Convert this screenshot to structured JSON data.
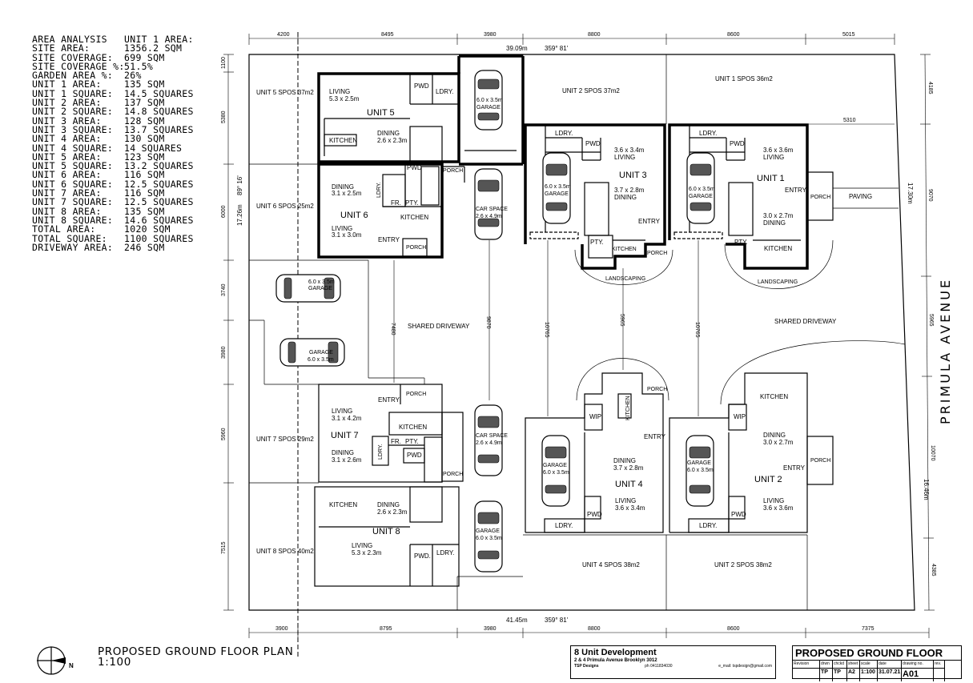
{
  "area_analysis": {
    "rows": [
      {
        "label": "AREA ANALYSIS",
        "value": "UNIT 1 AREA:"
      },
      {
        "label": "SITE AREA:",
        "value": "1356.2 SQM"
      },
      {
        "label": "SITE COVERAGE:",
        "value": "699 SQM"
      },
      {
        "label": "SITE COVERAGE %:",
        "value": "51.5%"
      },
      {
        "label": "GARDEN AREA %:",
        "value": "26%"
      },
      {
        "label": "UNIT 1 AREA:",
        "value": "135 SQM"
      },
      {
        "label": "UNIT 1 SQUARE:",
        "value": "14.5 SQUARES"
      },
      {
        "label": "UNIT 2 AREA:",
        "value": "137 SQM"
      },
      {
        "label": "UNIT 2 SQUARE:",
        "value": "14.8 SQUARES"
      },
      {
        "label": "UNIT 3 AREA:",
        "value": "128 SQM"
      },
      {
        "label": "UNIT 3 SQUARE:",
        "value": "13.7 SQUARES"
      },
      {
        "label": "UNIT 4 AREA:",
        "value": "130 SQM"
      },
      {
        "label": "UNIT 4 SQUARE:",
        "value": "14 SQUARES"
      },
      {
        "label": "UNIT 5 AREA:",
        "value": "123 SQM"
      },
      {
        "label": "UNIT 5 SQUARE:",
        "value": "13.2 SQUARES"
      },
      {
        "label": "UNIT 6 AREA:",
        "value": "116 SQM"
      },
      {
        "label": "UNIT 6 SQUARE:",
        "value": "12.5 SQUARES"
      },
      {
        "label": "UNIT 7 AREA:",
        "value": "116 SQM"
      },
      {
        "label": "UNIT 7 SQUARE:",
        "value": "12.5 SQUARES"
      },
      {
        "label": "UNIT 8 AREA:",
        "value": "135 SQM"
      },
      {
        "label": "UNIT 8 SQUARE:",
        "value": "14.6 SQUARES"
      },
      {
        "label": "TOTAL AREA:",
        "value": "1020 SQM"
      },
      {
        "label": "TOTAL SQUARE:",
        "value": "1100 SQUARES"
      },
      {
        "label": "DRIVEWAY AREA:",
        "value": "246 SQM"
      }
    ]
  },
  "plan": {
    "top_dims": [
      "4200",
      "8495",
      "3980",
      "8800",
      "8600",
      "5015"
    ],
    "bottom_dims": [
      "3900",
      "8795",
      "3980",
      "8800",
      "8600",
      "7375"
    ],
    "left_dims": [
      "1100",
      "5380",
      "6000",
      "3740",
      "3980",
      "5960",
      "7515"
    ],
    "right_dims": [
      "4185",
      "9070",
      "5965",
      "10070",
      "4385"
    ],
    "top_boundary": "39.09m",
    "top_bearing": "359° 81'",
    "bottom_boundary": "41.45m",
    "bottom_bearing": "359° 81'",
    "left_boundary": "17.26m",
    "left_bearing": "89° 16'",
    "right_boundary_top": "17.30m",
    "right_boundary_bottom": "16.46m",
    "right_dim_5310": "5310",
    "street": "PRIMULA AVENUE",
    "driveway_dims": [
      "7480",
      "9870",
      "10765",
      "5965",
      "10765"
    ],
    "labels": {
      "unit5_spos": "UNIT 5 SPOS 37m2",
      "unit6_spos": "UNIT 6 SPOS 25m2",
      "unit7_spos": "UNIT 7 SPOS 29m2",
      "unit8_spos": "UNIT 8 SPOS 40m2",
      "unit2_spos_top": "UNIT 2 SPOS 37m2",
      "unit1_spos": "UNIT 1 SPOS 36m2",
      "unit4_spos": "UNIT 4 SPOS 38m2",
      "unit2_spos_bottom": "UNIT 2 SPOS 38m2",
      "shared_driveway": "SHARED DRIVEWAY",
      "landscaping": "LANDSCAPING",
      "paving": "PAVING",
      "porch": "PORCH",
      "entry": "ENTRY",
      "kitchen": "KITCHEN",
      "ldry": "LDRY.",
      "pwd": "PWD",
      "pwd_dot": "PWD.",
      "pty": "PTY.",
      "fr": "FR.",
      "wip": "WIP",
      "living": "LIVING",
      "dining": "DINING",
      "garage": "GARAGE",
      "car_space": "CAR SPACE"
    },
    "units": {
      "u1": "UNIT 1",
      "u2": "UNIT 2",
      "u3": "UNIT 3",
      "u4": "UNIT 4",
      "u5": "UNIT 5",
      "u6": "UNIT 6",
      "u7": "UNIT 7",
      "u8": "UNIT 8"
    },
    "sizes": {
      "u5_living": "5.3 x 2.5m",
      "u5_dining": "2.6 x 2.3m",
      "u6_dining": "3.1 x 2.5m",
      "u6_living": "3.1 x 3.0m",
      "u7_living": "3.1 x 4.2m",
      "u7_dining": "3.1 x 2.6m",
      "u8_dining": "2.6 x 2.3m",
      "u8_living": "5.3 x 2.3m",
      "u3_living": "3.6 x 3.4m",
      "u3_dining": "3.7 x 2.8m",
      "u1_living": "3.6 x 3.6m",
      "u1_dining": "3.0 x 2.7m",
      "u4_dining": "3.7 x 2.8m",
      "u4_living": "3.6 x 3.4m",
      "u2_dining": "3.0 x 2.7m",
      "u2_living": "3.6 x 3.6m",
      "garage": "6.0 x 3.5m",
      "car_space": "2.6 x 4.9m"
    }
  },
  "drawing_title": {
    "line1": "PROPOSED GROUND FLOOR PLAN",
    "line2": "1:100",
    "north": "N"
  },
  "title_block": {
    "project": "8 Unit Development",
    "address": "2 & 4 Primula Avenue Brooklyn 3012",
    "firm": "TSP Designs",
    "phone": "ph 0411834030",
    "email": "e_mail: tspdesign@gmail.com",
    "sheet_title": "PROPOSED GROUND FLOOR",
    "headers": [
      "Revision",
      "drwn",
      "chckd",
      "sheet",
      "scale",
      "date",
      "drawing no.",
      "rev."
    ],
    "values": [
      "",
      "TP",
      "TP",
      "A2",
      "1:100",
      "31.07.21",
      "A01",
      ""
    ]
  }
}
